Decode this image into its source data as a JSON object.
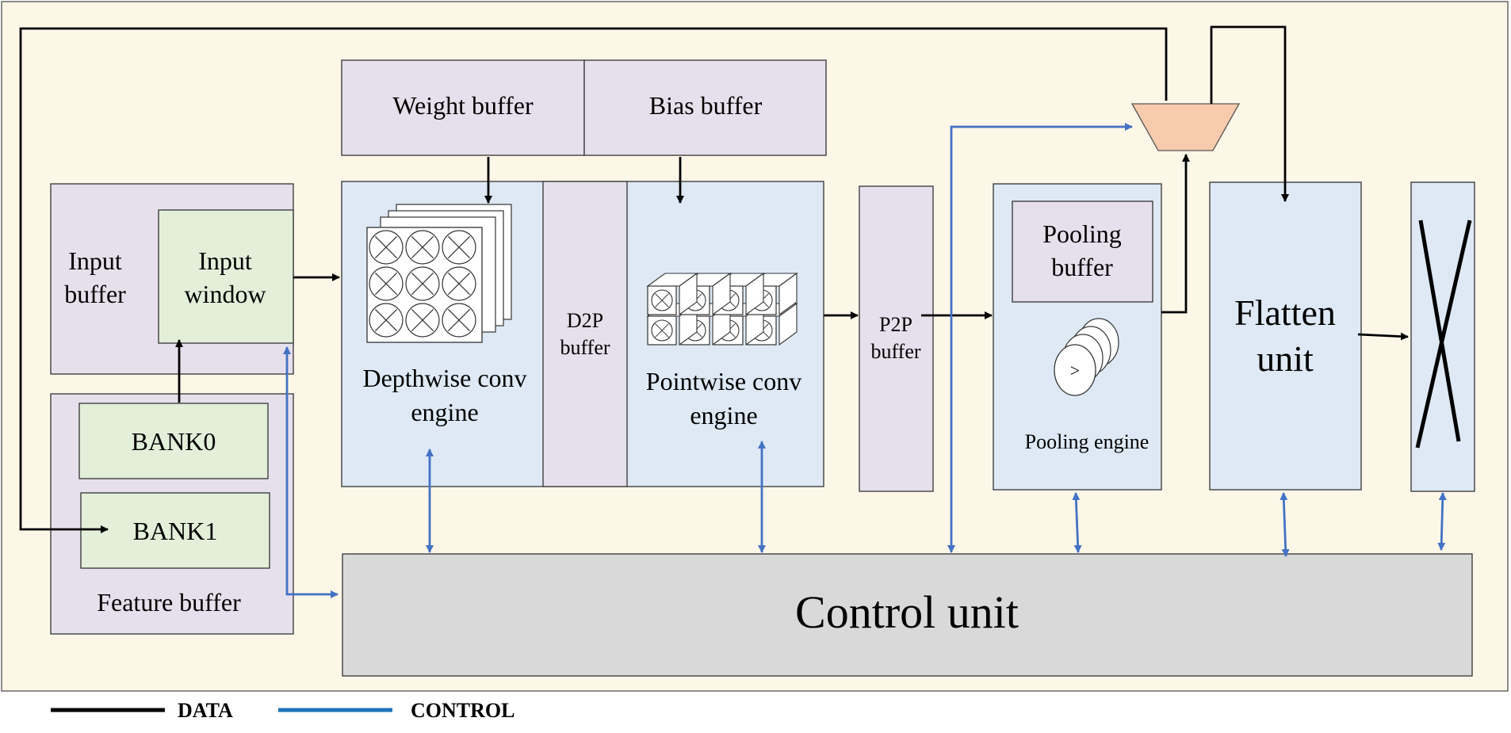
{
  "diagram": {
    "blocks": {
      "weight_buffer": "Weight buffer",
      "bias_buffer": "Bias buffer",
      "input_buffer": [
        "Input",
        "buffer"
      ],
      "input_window": [
        "Input",
        "window"
      ],
      "bank0": "BANK0",
      "bank1": "BANK1",
      "feature_buffer": "Feature buffer",
      "depthwise_engine": [
        "Depthwise conv",
        "engine"
      ],
      "d2p_buffer": [
        "D2P",
        "buffer"
      ],
      "pointwise_engine": [
        "Pointwise conv",
        "engine"
      ],
      "p2p_buffer": [
        "P2P",
        "buffer"
      ],
      "pooling_buffer": [
        "Pooling",
        "buffer"
      ],
      "pooling_engine": "Pooling engine",
      "comparator_symbol": ">",
      "flatten_unit": [
        "Flatten",
        "unit"
      ],
      "control_unit": "Control unit"
    },
    "legend": {
      "data_label": "DATA",
      "control_label": "CONTROL"
    },
    "colors": {
      "background": "#fdf7e8",
      "buffer_fill": "#e6e0ec",
      "engine_fill": "#dee9f5",
      "window_fill": "#e3efd9",
      "control_fill": "#d9d9d9",
      "mux_fill": "#f8cbad",
      "data_line": "#000000",
      "control_line": "#4472c4",
      "legend_control_line": "#1e73be"
    }
  }
}
